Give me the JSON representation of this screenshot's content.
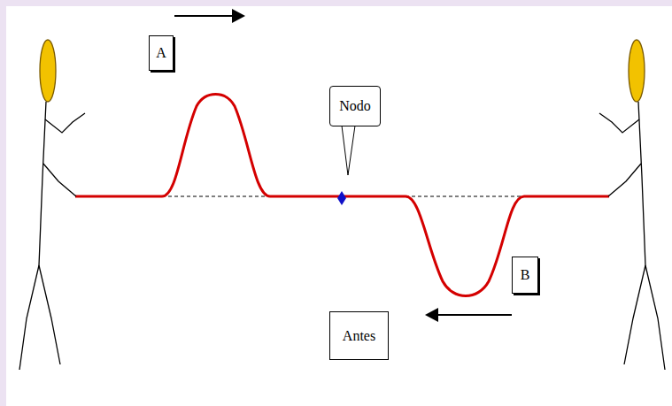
{
  "diagram": {
    "nodes": [
      {
        "text": [
          "A"
        ]
      },
      {
        "text": [
          "Nodo"
        ]
      },
      {
        "text": [
          "B"
        ]
      },
      {
        "text": [
          "Antes"
        ]
      }
    ]
  }
}
